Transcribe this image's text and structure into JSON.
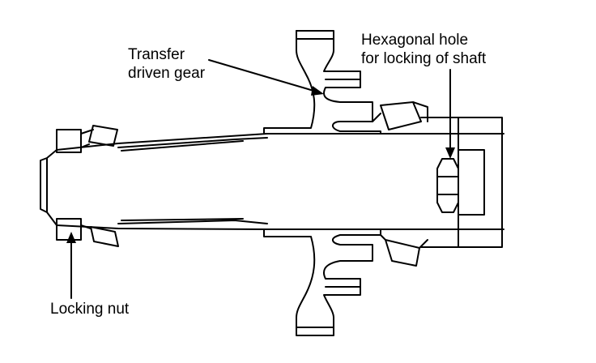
{
  "labels": {
    "transfer_driven_gear": [
      "Transfer",
      "driven gear"
    ],
    "hexagonal_hole": [
      "Hexagonal hole",
      "for locking of shaft"
    ],
    "locking_nut": "Locking nut"
  },
  "colors": {
    "ink": "#000000",
    "background": "#ffffff"
  }
}
